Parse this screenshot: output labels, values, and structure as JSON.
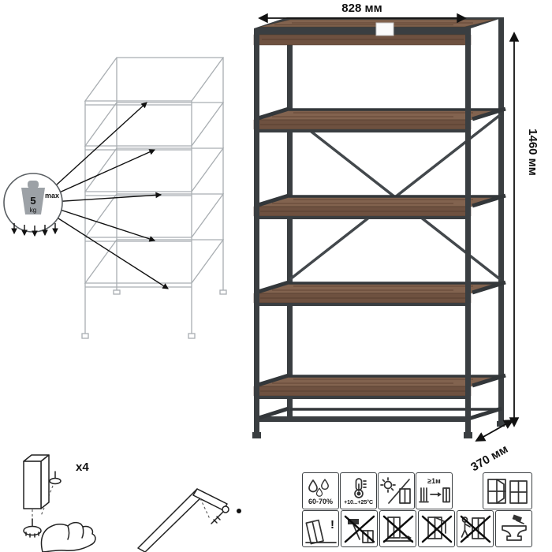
{
  "product_view": {
    "width_label": "828 мм",
    "height_label": "1460 мм",
    "depth_label": "370 мм",
    "colors": {
      "metal_frame": "#3a3e41",
      "wood_shelf": "#82634f",
      "wood_shelf_front": "#6e5140"
    }
  },
  "load_diagram": {
    "badge_value": "5",
    "badge_unit": "kg",
    "badge_note": "max",
    "shelf_count": "5"
  },
  "assembly": {
    "feet_count_label": "x4"
  },
  "care_icons": {
    "row1": [
      {
        "name": "humidity",
        "label": "60-70%"
      },
      {
        "name": "temperature",
        "label": "+10...+25°C"
      },
      {
        "name": "sun-protection",
        "label": ""
      },
      {
        "name": "heat-distance",
        "label": "≥1м"
      },
      {
        "name": "window-placement",
        "label": ""
      }
    ],
    "row2": [
      {
        "name": "tip-over-warning",
        "label": "!"
      },
      {
        "name": "no-hammer",
        "label": ""
      },
      {
        "name": "do-not-drag",
        "label": ""
      },
      {
        "name": "no-door-hanging",
        "label": ""
      },
      {
        "name": "do-not-push-loaded",
        "label": ""
      },
      {
        "name": "service-repair",
        "label": ""
      }
    ]
  }
}
